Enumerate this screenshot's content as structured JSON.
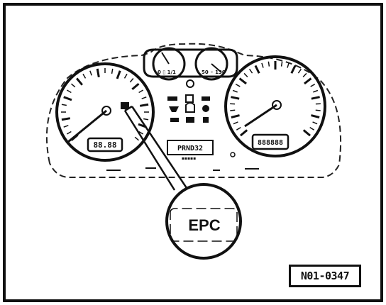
{
  "figure": {
    "callout_label": "EPC",
    "reference_number": "N01-0347"
  },
  "cluster": {
    "left_gauge_readout": "88.88",
    "right_gauge_readout": "888888",
    "center_display": "PRND32"
  }
}
